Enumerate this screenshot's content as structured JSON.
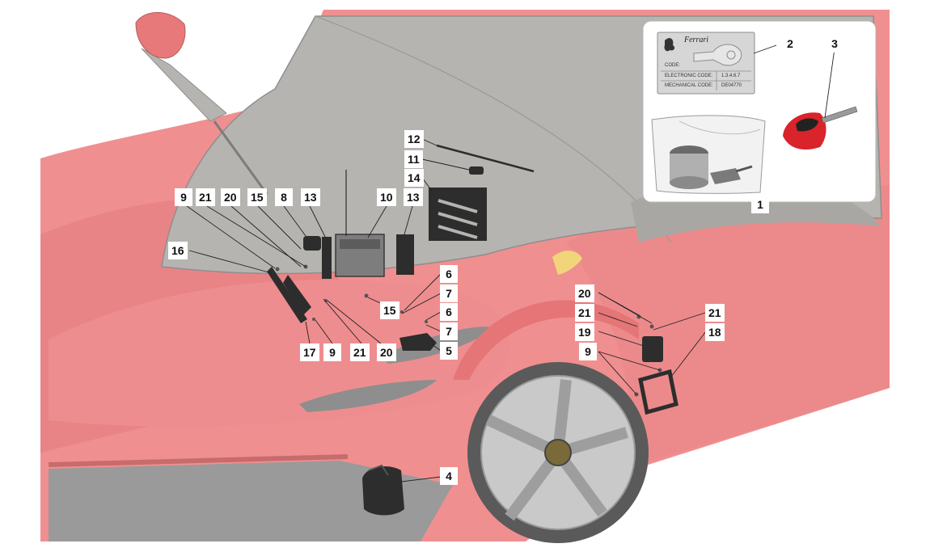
{
  "plate": {
    "brand": "Ferrari",
    "code_label": "CODE:",
    "electronic_code_label": "ELECTRONIC CODE:",
    "electronic_code_value": "1.3.4.6.7",
    "mechanical_code_label": "MECHANICAL CODE:",
    "mechanical_code_value": "DE04770"
  },
  "callouts": {
    "c1": "1",
    "c2": "2",
    "c3": "3",
    "c4": "4",
    "c5": "5",
    "c6a": "6",
    "c6b": "6",
    "c7a": "7",
    "c7b": "7",
    "c8": "8",
    "c9a": "9",
    "c9b": "9",
    "c9c": "9",
    "c10": "10",
    "c11": "11",
    "c12": "12",
    "c13a": "13",
    "c13b": "13",
    "c14": "14",
    "c15a": "15",
    "c15b": "15",
    "c16": "16",
    "c17": "17",
    "c18": "18",
    "c19": "19",
    "c20a": "20",
    "c20b": "20",
    "c20c": "20",
    "c21a": "21",
    "c21b": "21",
    "c21c": "21",
    "c21d": "21"
  },
  "colors": {
    "car_red": "#f08f90",
    "car_red_dark": "#e57576",
    "glass_grey": "#b6b4b0",
    "trim_grey": "#8e8e8e",
    "wheel_grey": "#b8b8b8",
    "part_dark": "#2d2d2d",
    "key_red": "#d8242a",
    "shield_yellow": "#f2d57a"
  }
}
